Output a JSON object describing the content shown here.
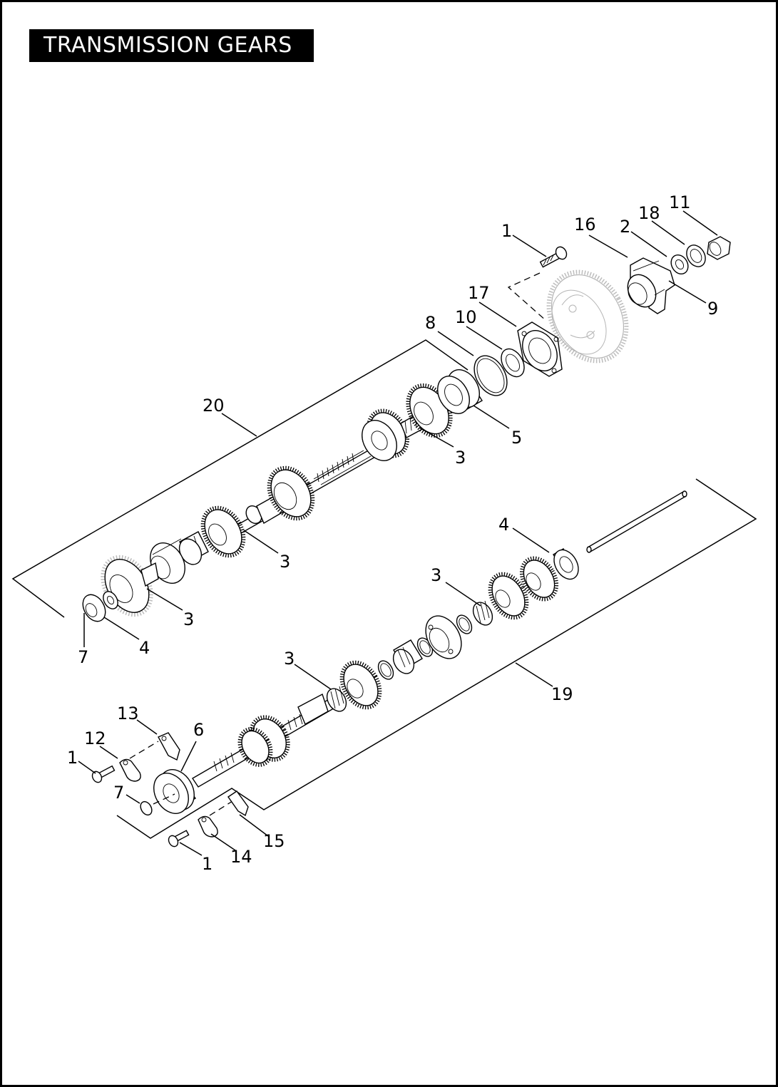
{
  "title": "TRANSMISSION GEARS",
  "callouts": [
    {
      "id": "c1-top",
      "text": "1"
    },
    {
      "id": "c16",
      "text": "16"
    },
    {
      "id": "c2",
      "text": "2"
    },
    {
      "id": "c18",
      "text": "18"
    },
    {
      "id": "c11",
      "text": "11"
    },
    {
      "id": "c9",
      "text": "9"
    },
    {
      "id": "c17",
      "text": "17"
    },
    {
      "id": "c10",
      "text": "10"
    },
    {
      "id": "c8",
      "text": "8"
    },
    {
      "id": "c20",
      "text": "20"
    },
    {
      "id": "c5",
      "text": "5"
    },
    {
      "id": "c3-a",
      "text": "3"
    },
    {
      "id": "c3-b",
      "text": "3"
    },
    {
      "id": "c3-c",
      "text": "3"
    },
    {
      "id": "c4-a",
      "text": "4"
    },
    {
      "id": "c7-a",
      "text": "7"
    },
    {
      "id": "c4-b",
      "text": "4"
    },
    {
      "id": "c3-d",
      "text": "3"
    },
    {
      "id": "c3-e",
      "text": "3"
    },
    {
      "id": "c19",
      "text": "19"
    },
    {
      "id": "c13",
      "text": "13"
    },
    {
      "id": "c12",
      "text": "12"
    },
    {
      "id": "c6",
      "text": "6"
    },
    {
      "id": "c1-mid",
      "text": "1"
    },
    {
      "id": "c7-b",
      "text": "7"
    },
    {
      "id": "c15",
      "text": "15"
    },
    {
      "id": "c14",
      "text": "14"
    },
    {
      "id": "c1-bot",
      "text": "1"
    }
  ]
}
